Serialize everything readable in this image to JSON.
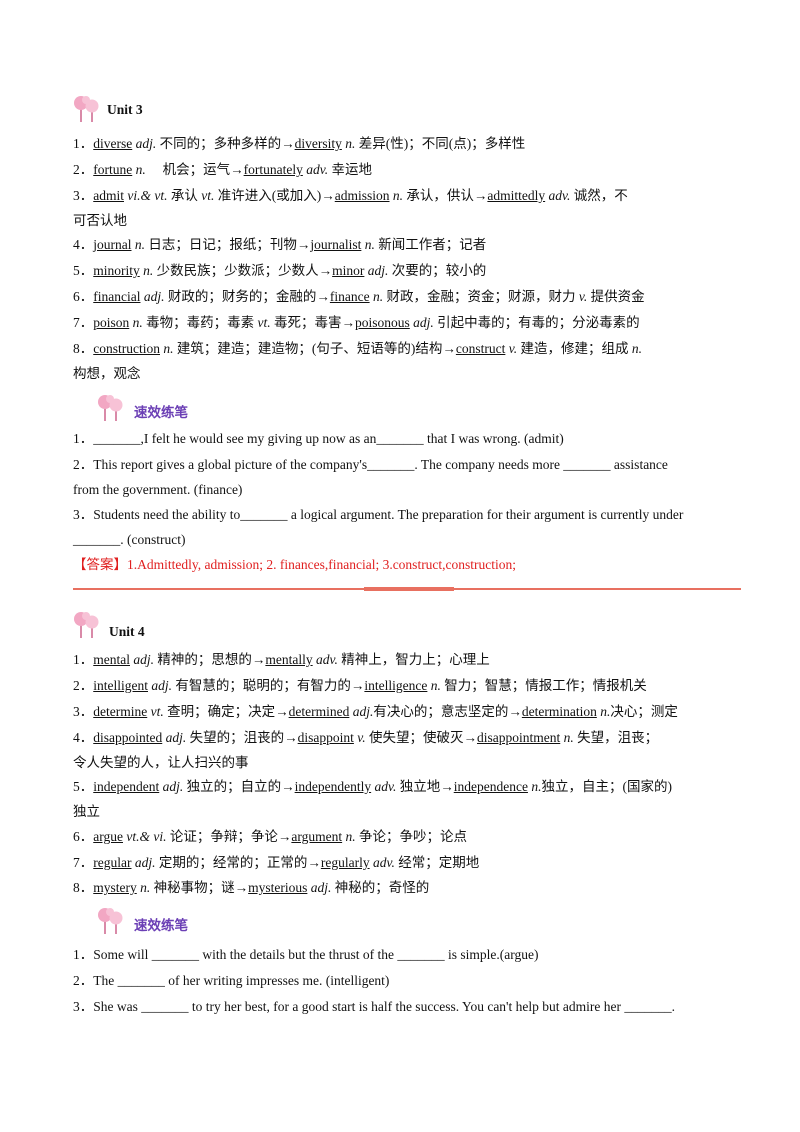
{
  "unit3": {
    "title": "Unit  3",
    "words": [
      {
        "n": "1．",
        "w1": "diverse",
        "p1": " adj.",
        "t1": " 不同的；多种多样的→",
        "w2": "diversity",
        "p2": " n.",
        "t2": " 差异(性)；不同(点)；多样性"
      },
      {
        "n": "2．",
        "w1": "fortune",
        "p1": " n.",
        "t1": "　  机会；运气→",
        "w2": "fortunately",
        "p2": "  adv.",
        "t2": "   幸运地"
      },
      {
        "n": "3．",
        "w1": "admit",
        "p1": " vi.& vt.",
        "t1": "   承认    ",
        "w2": "",
        "p2": "vt.",
        "t2": "   准许进入(或加入)→",
        "w3": "admission",
        "p3": " n.",
        "t3": "   承认，供认→",
        "w4": "admittedly",
        "p4": " adv.",
        "t4": "   诚然，不"
      },
      {
        "n": "",
        "cont": "可否认地"
      },
      {
        "n": "4．",
        "w1": "journal",
        "p1": " n.",
        "t1": " 日志；日记；报纸；刊物→",
        "w2": "journalist",
        "p2": " n.",
        "t2": " 新闻工作者；记者"
      },
      {
        "n": "5．",
        "w1": "minority",
        "p1": " n.",
        "t1": " 少数民族；少数派；少数人→",
        "w2": "minor",
        "p2": " adj.",
        "t2": " 次要的；较小的"
      },
      {
        "n": "6．",
        "w1": "financial",
        "p1": " adj.",
        "t1": "   财政的；财务的；金融的→",
        "w2": "finance",
        "p2": " n.",
        "t2": "   财政，金融；资金；财源，财力  ",
        "p3": " v.",
        "t3": " 提供资金"
      },
      {
        "n": "7．",
        "w1": "poison",
        "p1": " n.",
        "t1": " 毒物；毒药；毒素   ",
        "p2": " vt.",
        "t2": " 毒死；毒害→",
        "w3": "poisonous",
        "p3": " adj.",
        "t3": " 引起中毒的；有毒的；分泌毒素的"
      },
      {
        "n": "8．",
        "w1": "construction",
        "p1": "  n.",
        "t1": "      建筑；建造；建造物；(句子、短语等的)结构→",
        "w2": "construct",
        "p2": "   v.",
        "t2": "  建造，修建；组成  ",
        "p3": " n.",
        "t3": ""
      },
      {
        "n": "",
        "cont": "构想，观念"
      }
    ],
    "practice_title": "速效练笔",
    "exercises": [
      "1．_______,I felt he would see my giving up now as an_______  that I was wrong.    (admit)",
      "2．This report gives a global picture of the company's_______. The company needs more  _______   assistance",
      "from the government. (finance)",
      "3．Students need the ability to_______  a logical argument. The preparation for their argument is currently under",
      "_______.   (construct)"
    ],
    "answer": "【答案】1.Admittedly,  admission;    2.  finances,financial;    3.construct,construction;"
  },
  "unit4": {
    "title": "Unit    4",
    "words": [
      {
        "n": "1．",
        "w1": "mental",
        "p1": " adj.",
        "t1": "   精神的；思想的→",
        "w2": "mentally",
        "p2": " adv.",
        "t2": "   精神上，智力上；心理上"
      },
      {
        "n": "2．",
        "w1": "intelligent",
        "p1": "     adj.",
        "t1": "     有智慧的；聪明的；有智力的→",
        "w2": "intelligence",
        "p2": " n.",
        "t2": "    智力；智慧；情报工作；情报机关"
      },
      {
        "n": "3．",
        "w1": "determine",
        "p1": " vt.",
        "t1": " 查明；确定；决定→",
        "w2": "determined",
        "p2": " adj.",
        "t2": "有决心的；意志坚定的→",
        "w3": "determination",
        "p3": " n.",
        "t3": "决心；测定"
      },
      {
        "n": "4．",
        "w1": "disappointed",
        "p1": " adj.",
        "t1": "   失望的；沮丧的→",
        "w2": "disappoint",
        "p2": " v.",
        "t2": " 使失望；使破灭→",
        "w3": "disappointment",
        "p3": "  n.",
        "t3": "    失望，沮丧；"
      },
      {
        "n": "",
        "cont": "令人失望的人，让人扫兴的事"
      },
      {
        "n": "5．",
        "w1": "independent",
        "p1": " adj.",
        "t1": " 独立的；自立的→",
        "w2": "independently",
        "p2": " adv.",
        "t2": " 独立地→",
        "w3": "independence",
        "p3": " n.",
        "t3": "独立，自主；(国家的)"
      },
      {
        "n": "",
        "cont": "独立"
      },
      {
        "n": "6．",
        "w1": "argue",
        "p1": " vt.& vi.",
        "t1": " 论证；争辩；争论→",
        "w2": "argument",
        "p2": " n.",
        "t2": " 争论；争吵；论点"
      },
      {
        "n": "7．",
        "w1": "regular",
        "p1": " adj.",
        "t1": " 定期的；经常的；正常的→",
        "w2": "regularly",
        "p2": " adv.",
        "t2": " 经常；定期地"
      },
      {
        "n": "8．",
        "w1": "mystery",
        "p1": " n.",
        "t1": " 神秘事物；谜→",
        "w2": "mysterious",
        "p2": " adj.",
        "t2": " 神秘的；奇怪的"
      }
    ],
    "practice_title": "速效练笔",
    "exercises": [
      "1．Some will  _______   with the details but the thrust of the  _______   is simple.(argue)",
      "2．The  _______   of her writing    impresses me.    (intelligent)",
      "3．She was  _______   to try her best, for a good start is half the success. You can't help but admire her  _______."
    ]
  },
  "colors": {
    "answer": "#e02020",
    "practice_title": "#6b3fb5",
    "divider": "#e87060",
    "icon": "#f2a7c3"
  },
  "icons": [
    "tree-icon"
  ]
}
